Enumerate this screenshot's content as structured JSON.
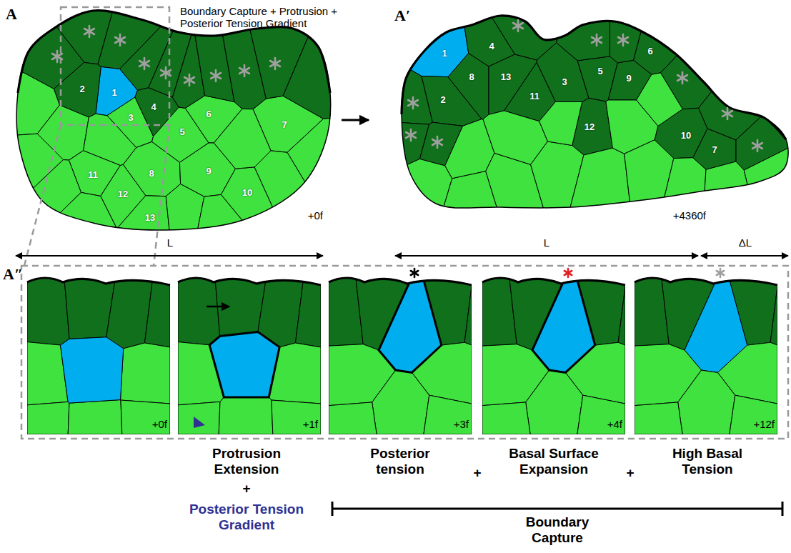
{
  "diagram": {
    "labels": [
      "A",
      "Boundary Capture + Protrusion + Posterior Tension Gradient",
      "A′",
      "+0f",
      "+4360f",
      "L",
      "L",
      "ΔL",
      "A″",
      "1",
      "2",
      "3",
      "4",
      "5",
      "6",
      "7",
      "8",
      "9",
      "10",
      "11",
      "12",
      "13",
      "1",
      "2",
      "3",
      "4",
      "5",
      "6",
      "7",
      "8",
      "9",
      "10",
      "11",
      "12",
      "13",
      "+0f",
      "+1f",
      "+3f",
      "+4f",
      "+12f",
      "Protrusion Extension",
      "+",
      "Posterior Tension Gradient",
      "Posterior tension",
      "+",
      "Basal Surface Expansion",
      "+",
      "High Basal Tension",
      "Boundary Capture"
    ]
  }
}
